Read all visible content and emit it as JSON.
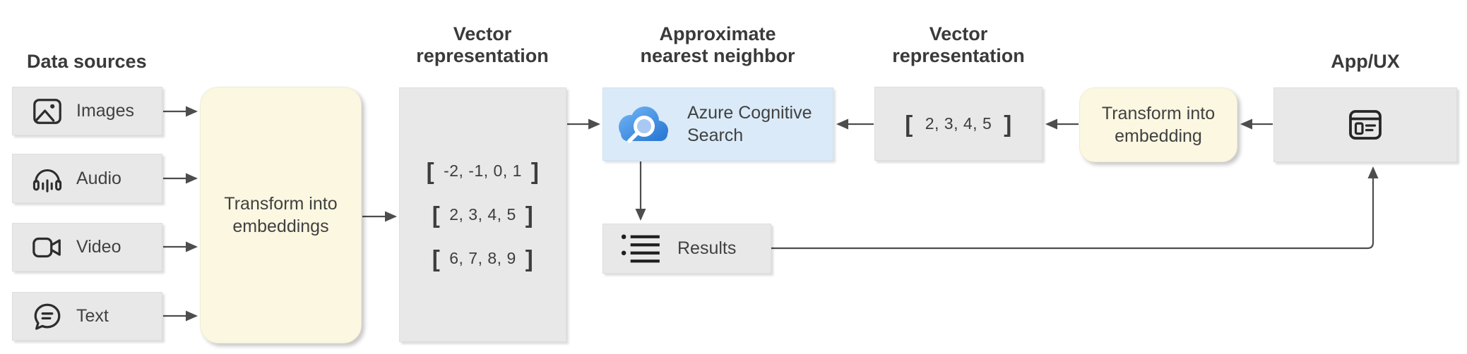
{
  "title": "Vector search architecture diagram",
  "colors": {
    "box_gray": "#E9E8E8",
    "box_yellow": "#FBF7E1",
    "box_blue": "#DAEAF8",
    "arrow_line": "#4D4D4D",
    "heading_text": "#3A3A3A",
    "body_text": "#414141",
    "azure_cloud_blue_light": "#6FB3F4",
    "azure_cloud_blue_dark": "#2D7BD6"
  },
  "headings": {
    "data_sources": "Data sources",
    "vector_representation_left": {
      "line1": "Vector",
      "line2": "representation"
    },
    "approximate_nearest_neighbor": {
      "line1": "Approximate",
      "line2": "nearest neighbor"
    },
    "vector_representation_right": {
      "line1": "Vector",
      "line2": "representation"
    },
    "app_ux": "App/UX"
  },
  "data_sources": [
    {
      "label": "Images",
      "icon": "image-icon"
    },
    {
      "label": "Audio",
      "icon": "audio-icon"
    },
    {
      "label": "Video",
      "icon": "video-icon"
    },
    {
      "label": "Text",
      "icon": "text-icon"
    }
  ],
  "transform_embeddings_box": {
    "line1": "Transform into",
    "line2": "embeddings"
  },
  "vector_box_left": {
    "bracket_open": "[",
    "bracket_close": "]",
    "rows": [
      "-2, -1, 0, 1",
      "2, 3, 4, 5",
      "6, 7, 8, 9"
    ]
  },
  "azure_search_box": {
    "line1": "Azure Cognitive",
    "line2": "Search",
    "icon": "azure-cognitive-search-cloud-icon"
  },
  "results_box": {
    "label": "Results",
    "icon": "bullet-list-icon"
  },
  "vector_box_right": {
    "bracket_open": "[",
    "bracket_close": "]",
    "value": "2, 3, 4, 5"
  },
  "transform_embedding_box": {
    "line1": "Transform into",
    "line2": "embedding"
  },
  "app_ux_box": {
    "icon": "browser-window-icon"
  }
}
